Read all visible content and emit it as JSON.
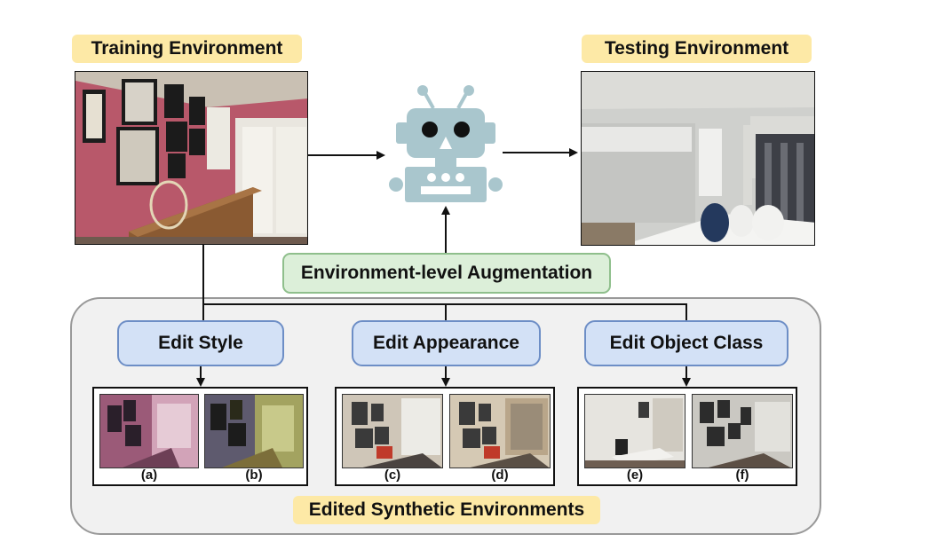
{
  "training": {
    "label": "Training Environment"
  },
  "testing": {
    "label": "Testing Environment"
  },
  "augmentation": {
    "label": "Environment-level Augmentation"
  },
  "edits": [
    {
      "label": "Edit Style",
      "captions": [
        "(a)",
        "(b)"
      ]
    },
    {
      "label": "Edit Appearance",
      "captions": [
        "(c)",
        "(d)"
      ]
    },
    {
      "label": "Edit Object Class",
      "captions": [
        "(e)",
        "(f)"
      ]
    }
  ],
  "synthetic": {
    "label": "Edited Synthetic Environments"
  },
  "colors": {
    "tag_yellow": "#fde9a6",
    "edit_blue": "#d3e1f6",
    "aug_green": "#dcefd9",
    "robot_body": "#a9c6cd",
    "panel_gray": "#f1f1f1"
  },
  "icons": {
    "robot": "robot-icon"
  }
}
